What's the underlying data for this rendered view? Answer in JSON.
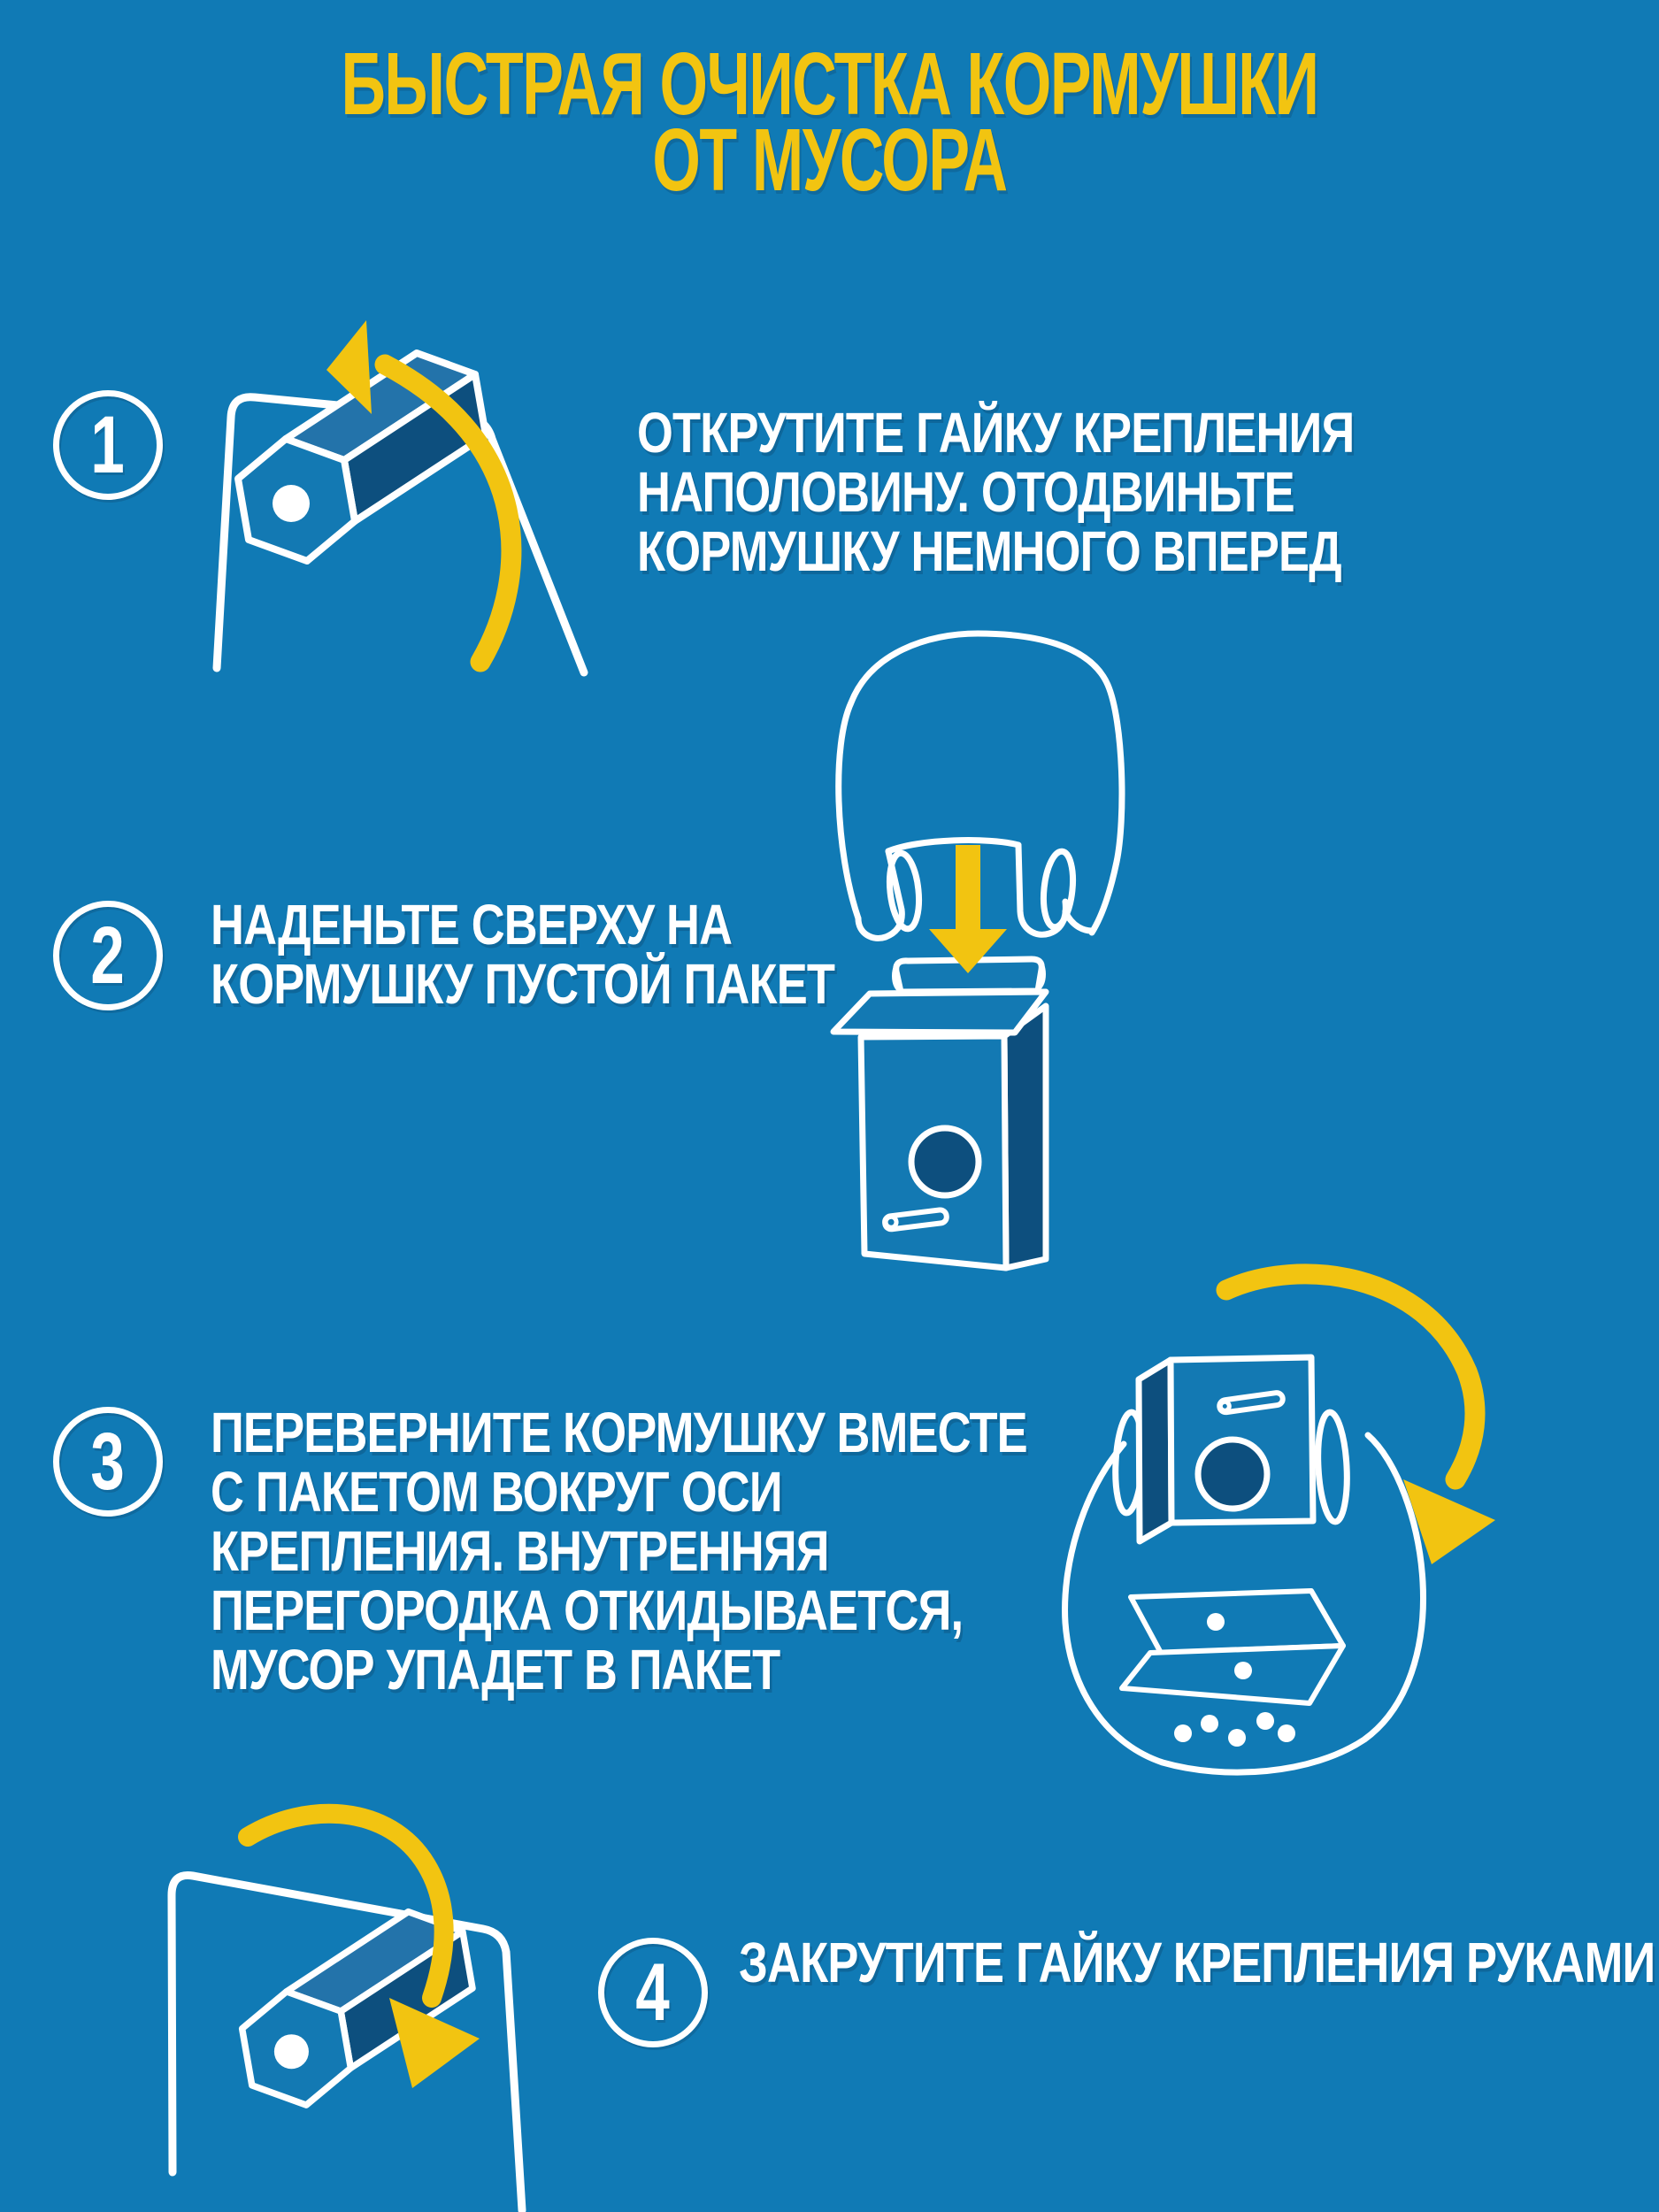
{
  "palette": {
    "background": "#107AB5",
    "dark_blue": "#0D4F7E",
    "mid_blue": "#2373AA",
    "panel_blue": "#1379B3",
    "yellow": "#F2C411",
    "white": "#FFFFFF"
  },
  "title": {
    "line1": "БЫСТРАЯ ОЧИСТКА КОРМУШКИ",
    "line2": "ОТ МУСОРА"
  },
  "steps": [
    {
      "number": "1",
      "lines": [
        "ОТКРУТИТЕ ГАЙКУ КРЕПЛЕНИЯ",
        "НАПОЛОВИНУ. ОТОДВИНЬТЕ",
        "КОРМУШКУ НЕМНОГО ВПЕРЕД"
      ]
    },
    {
      "number": "2",
      "lines": [
        "НАДЕНЬТЕ СВЕРХУ НА",
        "КОРМУШКУ ПУСТОЙ ПАКЕТ"
      ]
    },
    {
      "number": "3",
      "lines": [
        "ПЕРЕВЕРНИТЕ КОРМУШКУ ВМЕСТЕ",
        "С ПАКЕТОМ ВОКРУГ ОСИ",
        "КРЕПЛЕНИЯ. ВНУТРЕННЯЯ",
        "ПЕРЕГОРОДКА ОТКИДЫВАЕТСЯ,",
        "МУСОР УПАДЕТ В ПАКЕТ"
      ]
    },
    {
      "number": "4",
      "lines": [
        "ЗАКРУТИТЕ ГАЙКУ КРЕПЛЕНИЯ РУКАМИ"
      ]
    }
  ],
  "icons": {
    "step1": "mount-plate-nut-unscrew-arrow",
    "step2": "empty-bag-lowered-onto-feeder",
    "step3": "feeder-flipped-inside-bag-debris-falls",
    "step4": "mount-plate-nut-tighten-arrow"
  }
}
